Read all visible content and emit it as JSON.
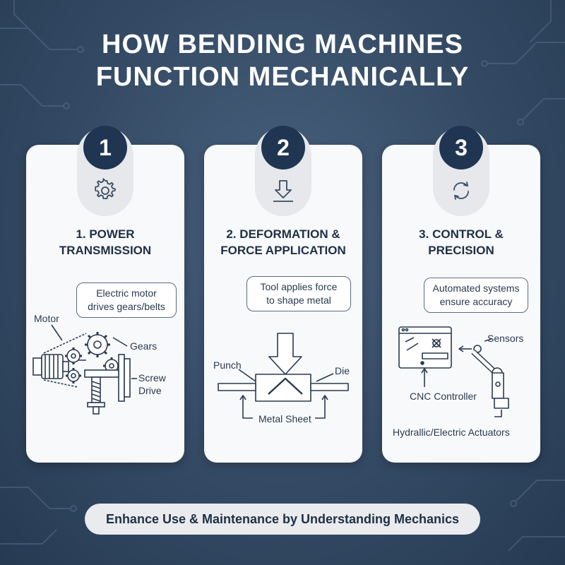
{
  "title": {
    "line1": "HOW BENDING MACHINES",
    "line2": "FUNCTION MECHANICALLY"
  },
  "colors": {
    "navy": "#1f3552",
    "background": "#344a64",
    "card": "#f8f9fb",
    "line": "#2a3a50"
  },
  "steps": [
    {
      "number": "1",
      "icon": "gear-icon",
      "heading_line1": "1. POWER",
      "heading_line2": "TRANSMISSION",
      "callout_line1": "Electric motor",
      "callout_line2": "drives gears/belts",
      "labels": {
        "motor": "Motor",
        "gears": "Gears",
        "screw_line1": "Screw",
        "screw_line2": "Drive"
      }
    },
    {
      "number": "2",
      "icon": "arrow-down-icon",
      "heading_line1": "2. DEFORMATION &",
      "heading_line2": "FORCE APPLICATION",
      "callout_line1": "Tool applies force",
      "callout_line2": "to shape metal",
      "labels": {
        "punch": "Punch",
        "die": "Die",
        "sheet": "Metal Sheet"
      }
    },
    {
      "number": "3",
      "icon": "refresh-icon",
      "heading_line1": "3. CONTROL &",
      "heading_line2": "PRECISION",
      "callout_line1": "Automated systems",
      "callout_line2": "ensure accuracy",
      "labels": {
        "sensors": "Sensors",
        "cnc": "CNC Controller",
        "actuators": "Hydrallic/Electric Actuators"
      }
    }
  ],
  "footer": "Enhance Use & Maintenance by Understanding Mechanics"
}
